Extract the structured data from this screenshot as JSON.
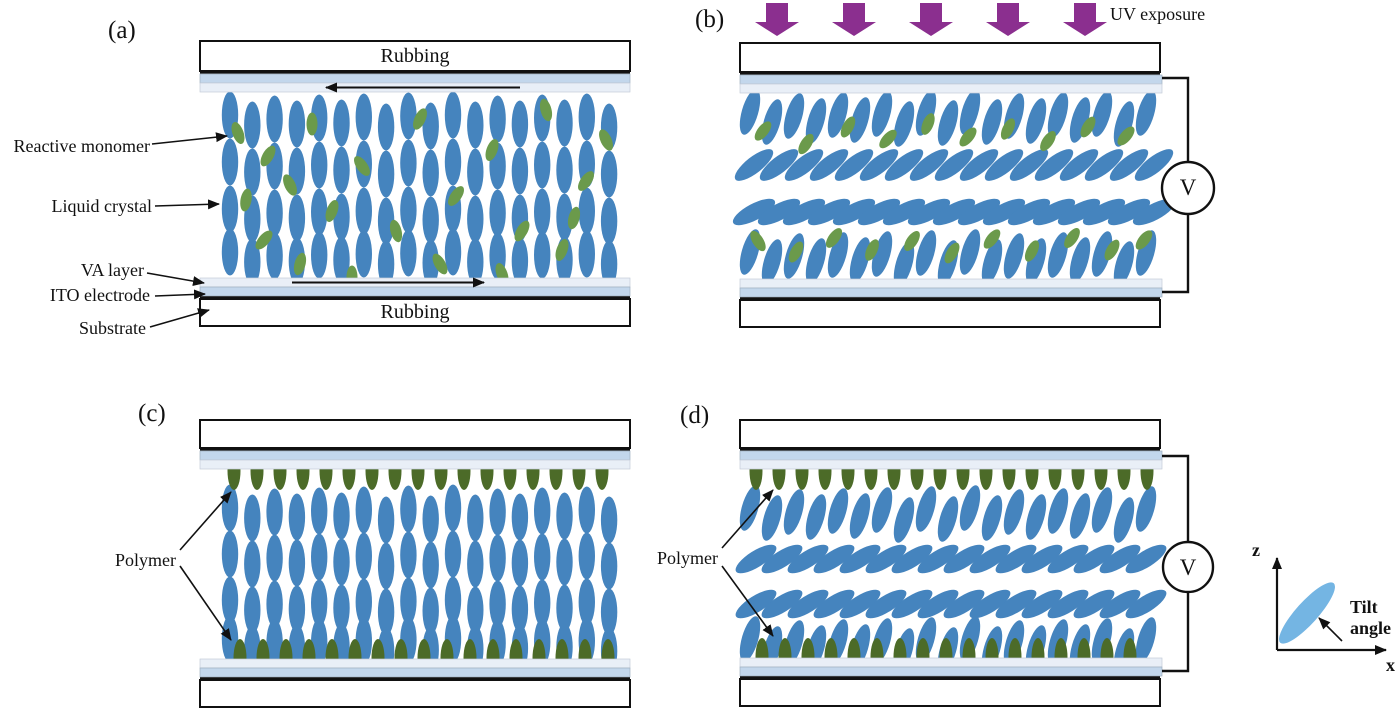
{
  "colors": {
    "liquid_crystal": "#4584BE",
    "reactive_monomer": "#6B9A4B",
    "polymer": "#4C6B28",
    "uv_arrow": "#8B2F8F",
    "ito_band": "#C3D7EC",
    "va_band": "#E9EFF7",
    "tilt_ellipse": "#74B5E3",
    "line": "#111111"
  },
  "panel_a": {
    "label": "(a)",
    "top_rubbing": "Rubbing",
    "bottom_rubbing": "Rubbing",
    "labels": {
      "reactive_monomer": "Reactive monomer",
      "liquid_crystal": "Liquid crystal",
      "va_layer": "VA layer",
      "ito_electrode": "ITO electrode",
      "substrate": "Substrate"
    }
  },
  "panel_b": {
    "label": "(b)",
    "uv_exposure": "UV exposure",
    "voltage": "V"
  },
  "panel_c": {
    "label": "(c)",
    "polymer": "Polymer"
  },
  "panel_d": {
    "label": "(d)",
    "polymer": "Polymer",
    "voltage": "V"
  },
  "inset": {
    "z_axis": "z",
    "x_axis": "x",
    "tilt_angle": "Tilt angle"
  }
}
